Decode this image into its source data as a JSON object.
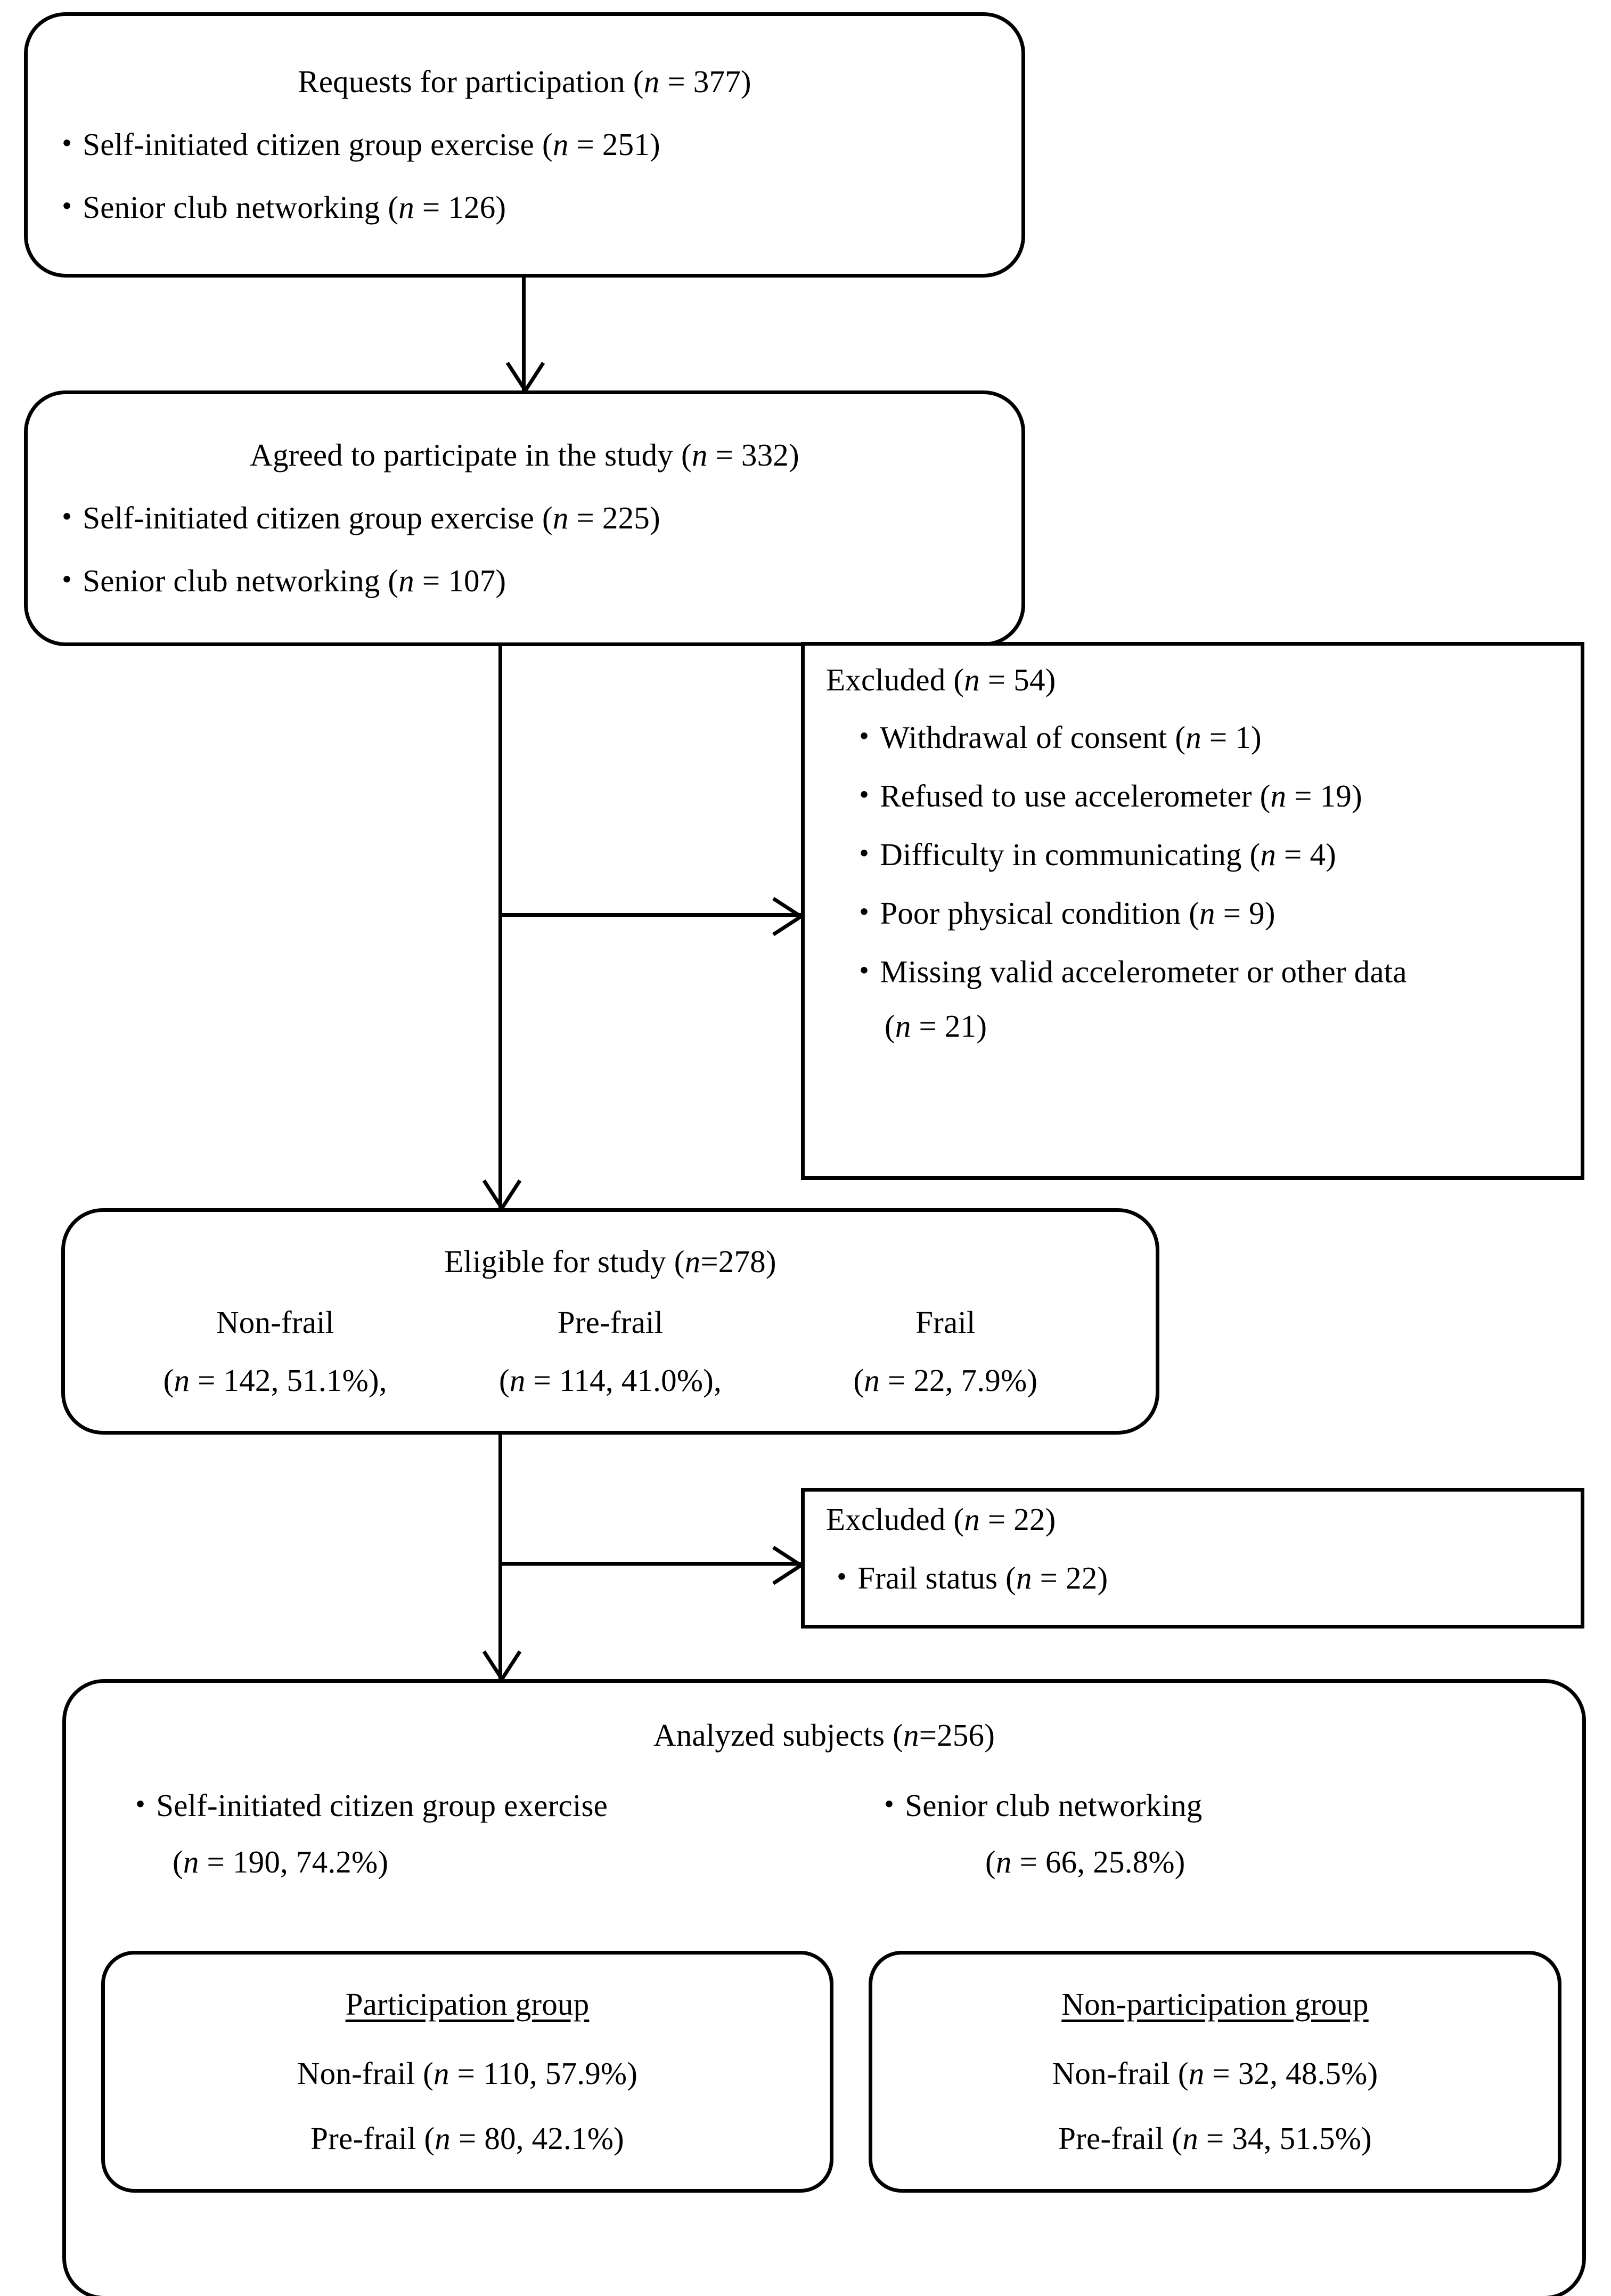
{
  "diagram": {
    "title": "Participant flow diagram",
    "stroke_color": "#000000",
    "background_color": "#ffffff"
  },
  "nodes": {
    "requests": {
      "heading": "Requests for participation (n = 377)",
      "items": [
        "・Self-initiated citizen group exercise (n = 251)",
        "・Senior club networking (n = 126)"
      ]
    },
    "agreed": {
      "heading": "Agreed to participate in the study (n = 332)",
      "items": [
        "・Self-initiated citizen group exercise (n = 225)",
        "・Senior club networking (n = 107)"
      ]
    },
    "excluded_1": {
      "heading": "Excluded (n = 54)",
      "items": [
        "・Withdrawal of consent (n = 1)",
        "・Refused to use accelerometer (n = 19)",
        "・Difficulty in communicating (n = 4)",
        "・Poor physical condition (n = 9)",
        "・Missing valid accelerometer or other data"
      ],
      "continuation": "(n = 21)"
    },
    "eligible": {
      "heading": "Eligible for study (n=278)",
      "columns": [
        {
          "label": "Non-frail",
          "value": "(n = 142, 51.1%),"
        },
        {
          "label": "Pre-frail",
          "value": "(n = 114, 41.0%),"
        },
        {
          "label": "Frail",
          "value": "(n = 22, 7.9%)"
        }
      ]
    },
    "excluded_2": {
      "heading": "Excluded    (n = 22)",
      "items": [
        "・Frail status    (n = 22)"
      ]
    },
    "analyzed": {
      "heading": "Analyzed subjects    (n=256)",
      "arms": [
        {
          "label": "・Self-initiated citizen group exercise",
          "value": "(n = 190, 74.2%)"
        },
        {
          "label": "・Senior club networking",
          "value": "(n = 66, 25.8%)"
        }
      ],
      "groups": [
        {
          "title": "Participation group",
          "rows": [
            "Non-frail (n = 110, 57.9%)",
            "Pre-frail (n = 80, 42.1%)"
          ]
        },
        {
          "title": "Non-participation group",
          "rows": [
            "Non-frail (n = 32, 48.5%)",
            "Pre-frail (n = 34, 51.5%)"
          ]
        }
      ]
    }
  },
  "connectors": [
    {
      "name": "requests-to-agreed",
      "from": "requests",
      "to": "agreed",
      "direction": "down"
    },
    {
      "name": "agreed-to-excluded1",
      "from": "agreed",
      "to": "excluded_1",
      "direction": "right"
    },
    {
      "name": "agreed-to-eligible",
      "from": "agreed",
      "to": "eligible",
      "direction": "down"
    },
    {
      "name": "eligible-to-excluded2",
      "from": "eligible",
      "to": "excluded_2",
      "direction": "right"
    },
    {
      "name": "eligible-to-analyzed",
      "from": "eligible",
      "to": "analyzed",
      "direction": "down"
    }
  ]
}
